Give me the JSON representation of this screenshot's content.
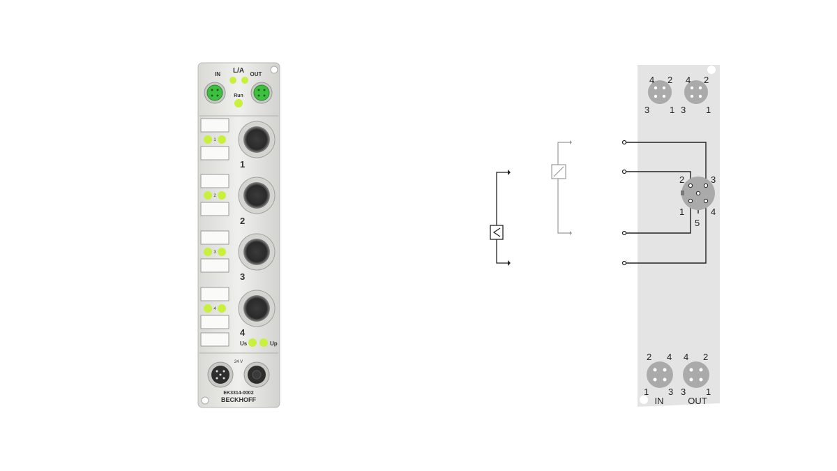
{
  "device": {
    "model": "EK3314-0002",
    "brand": "BECKHOFF",
    "ethercat": {
      "in_label": "IN",
      "out_label": "OUT",
      "la_label": "L/A",
      "run_label": "Run"
    },
    "channels": [
      {
        "number": "1",
        "led_label": "1"
      },
      {
        "number": "2",
        "led_label": "2"
      },
      {
        "number": "3",
        "led_label": "3"
      },
      {
        "number": "4",
        "led_label": "4"
      }
    ],
    "power_leds": {
      "us_label": "Us",
      "up_label": "Up"
    },
    "power_label": "24 V",
    "led_color": "#c8f03c",
    "connector_green": "#3fbf3f"
  },
  "pinout": {
    "top_left_pins": [
      "4",
      "2",
      "3",
      "1"
    ],
    "top_right_pins": [
      "4",
      "2",
      "3",
      "1"
    ],
    "channel_pins": [
      "2",
      "3",
      "1",
      "5",
      "4"
    ],
    "bottom_in_pins": [
      "2",
      "4",
      "1",
      "3"
    ],
    "bottom_out_pins": [
      "4",
      "2",
      "3",
      "1"
    ],
    "bottom_in_label": "IN",
    "bottom_out_label": "OUT",
    "panel_color": "#e4e4e4"
  }
}
